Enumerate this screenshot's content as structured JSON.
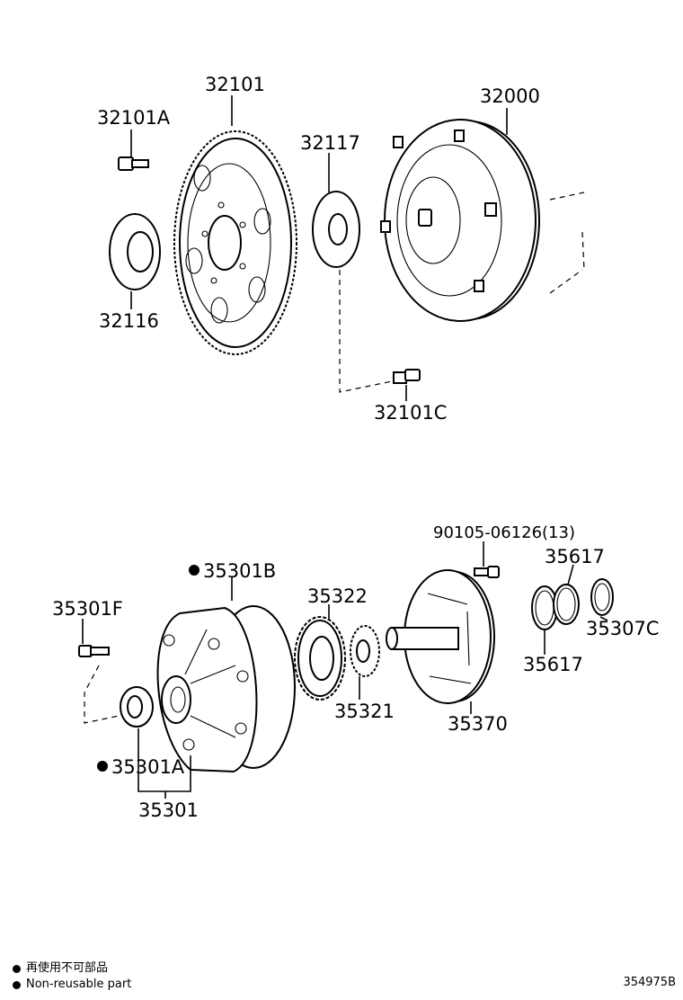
{
  "labels": {
    "p32101": "32101",
    "p32101A": "32101A",
    "p32000": "32000",
    "p32117": "32117",
    "p32116": "32116",
    "p32101C": "32101C",
    "p90105": "90105-06126(13)",
    "p35617a": "35617",
    "p35617b": "35617",
    "p35307C": "35307C",
    "p35301B": "35301B",
    "p35322": "35322",
    "p35301F": "35301F",
    "p35321": "35321",
    "p35370": "35370",
    "p35301A": "35301A",
    "p35301": "35301"
  },
  "legend": {
    "jp": "再使用不可部品",
    "en": "Non-reusable part"
  },
  "illustration_code": "354975B"
}
